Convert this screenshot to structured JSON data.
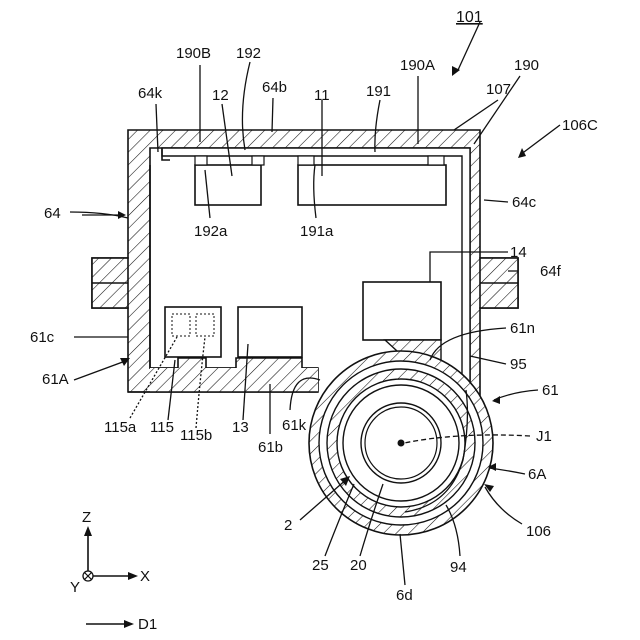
{
  "figure": {
    "title": "101",
    "labels": {
      "l190B": "190B",
      "l192": "192",
      "l190A": "190A",
      "l107": "107",
      "l190": "190",
      "l64k": "64k",
      "l12": "12",
      "l64b": "64b",
      "l11": "11",
      "l191": "191",
      "l106C": "106C",
      "l64": "64",
      "l64c": "64c",
      "l192a": "192a",
      "l191a": "191a",
      "l14": "14",
      "l64f": "64f",
      "l61c": "61c",
      "l61n": "61n",
      "l61A": "61A",
      "l95": "95",
      "l61": "61",
      "l115a": "115a",
      "l115": "115",
      "l115b": "115b",
      "l13": "13",
      "l61b": "61b",
      "l61k": "61k",
      "lJ1": "J1",
      "l6A": "6A",
      "l2": "2",
      "l106": "106",
      "l25": "25",
      "l20": "20",
      "l94": "94",
      "l6d": "6d"
    },
    "axes": {
      "z": "Z",
      "x": "X",
      "y": "Y",
      "d1": "D1"
    }
  }
}
